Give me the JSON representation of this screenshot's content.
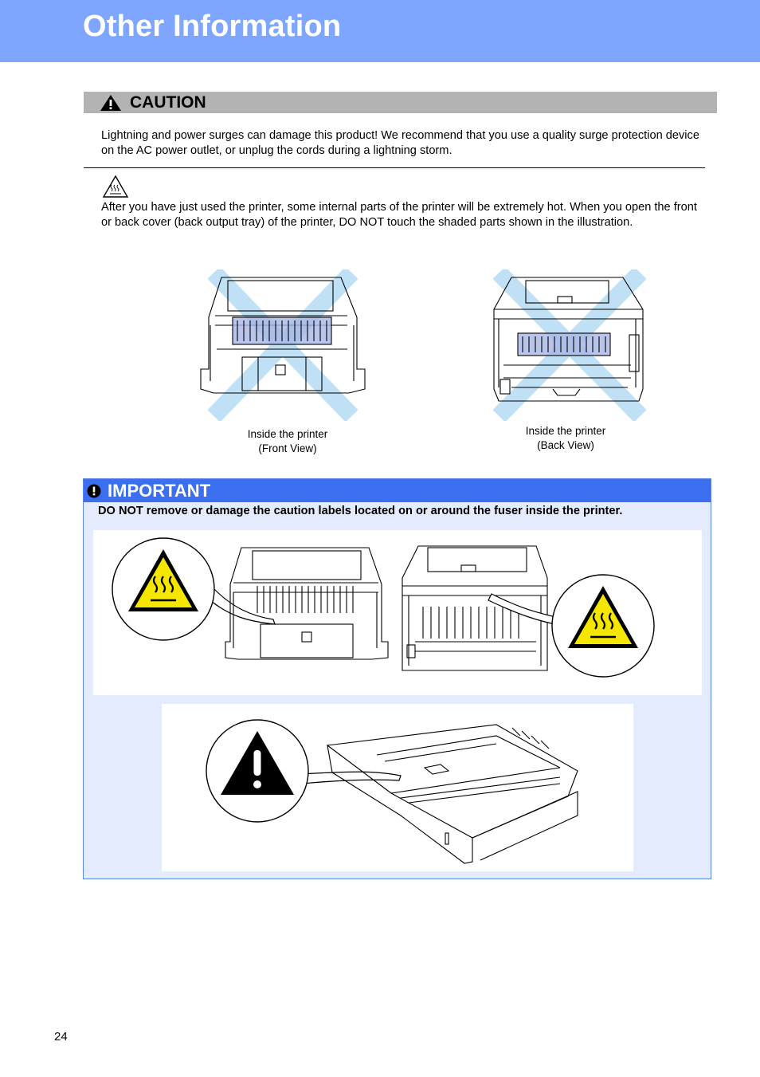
{
  "header": {
    "title": "Other Information"
  },
  "caution": {
    "label": "CAUTION",
    "text1": "Lightning and power surges can damage this product! We recommend that you use a quality surge protection device on the AC power outlet, or unplug the cords during a lightning storm.",
    "text2": "After you have just used the printer, some internal parts of the printer will be extremely hot. When you open the front or back cover (back output tray) of the printer, DO NOT touch the shaded parts shown in the illustration."
  },
  "figures": {
    "front": {
      "line1": "Inside the printer",
      "line2": "(Front View)"
    },
    "back": {
      "line1": "Inside the printer",
      "line2": "(Back View)"
    }
  },
  "important": {
    "label": "IMPORTANT",
    "text": "DO NOT remove or damage the caution labels located on or around the fuser inside the printer."
  },
  "colors": {
    "header_band": "#7ea6ff",
    "caution_bar": "#b3b3b3",
    "important_bar": "#3c6ef0",
    "important_bg": "#e4ebfc",
    "cross_mark": "#bfe0f5",
    "hot_label_yellow": "#f5e600"
  },
  "footer": {
    "page_number": "24"
  }
}
